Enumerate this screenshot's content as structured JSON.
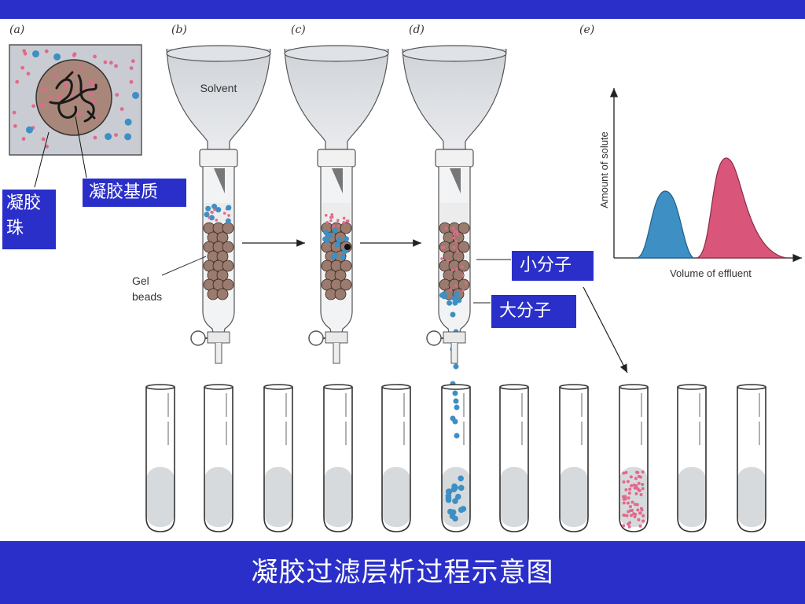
{
  "slide": {
    "title": "凝胶过滤层析过程示意图"
  },
  "panels": {
    "a": "(a)",
    "b": "(b)",
    "c": "(c)",
    "d": "(d)",
    "e": "(e)"
  },
  "labels": {
    "gel_bead_cn": "凝胶\n珠",
    "gel_bead_cn_line1": "凝胶",
    "gel_bead_cn_line2": "珠",
    "gel_matrix_cn": "凝胶基质",
    "small_molecule_cn": "小分子",
    "large_molecule_cn": "大分子",
    "solvent": "Solvent",
    "gel_beads_line1": "Gel",
    "gel_beads_line2": "beads"
  },
  "graph": {
    "ylabel": "Amount of solute",
    "xlabel": "Volume of effluent",
    "peaks": [
      {
        "name": "large",
        "color": "#3d8fc4"
      },
      {
        "name": "small",
        "color": "#d9557a"
      }
    ]
  },
  "colors": {
    "banner": "#2b2fc9",
    "bead": "#9a7b6e",
    "large_molecule": "#3d8fc4",
    "small_molecule": "#e06a8a"
  }
}
